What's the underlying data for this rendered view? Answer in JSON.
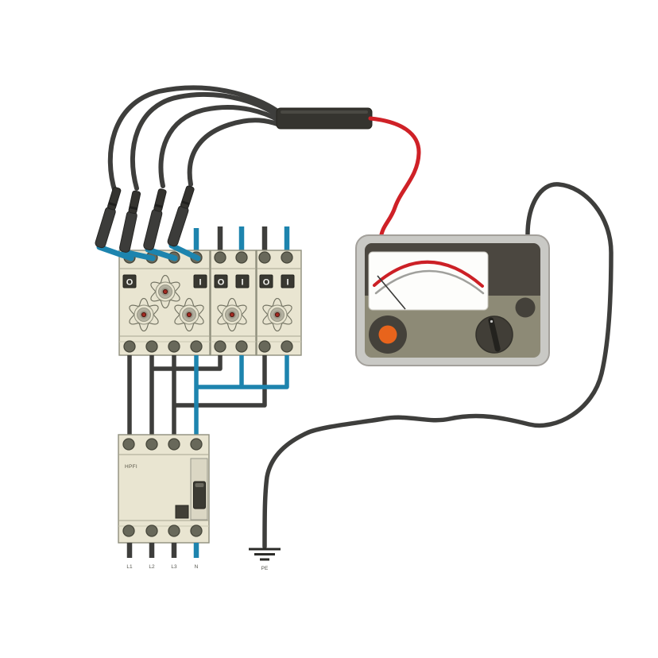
{
  "breakers": {
    "off_label": "O",
    "on_label": "I"
  },
  "rcd": {
    "label": "HPFI",
    "terminal_labels": [
      "L1",
      "L2",
      "L3",
      "N"
    ]
  },
  "earth_label": "PE",
  "colors": {
    "wire_black": "#3e3e3c",
    "wire_blue": "#1d84ae",
    "wire_red": "#cf2127",
    "module_cream": "#e9e5d1",
    "meter_case": "#c9c9c5",
    "meter_panel_dark": "#4b4740",
    "meter_olive": "#8d8a76",
    "button_orange": "#e8641c",
    "scale_red": "#cc2026",
    "scale_gray": "#a0a09c"
  }
}
